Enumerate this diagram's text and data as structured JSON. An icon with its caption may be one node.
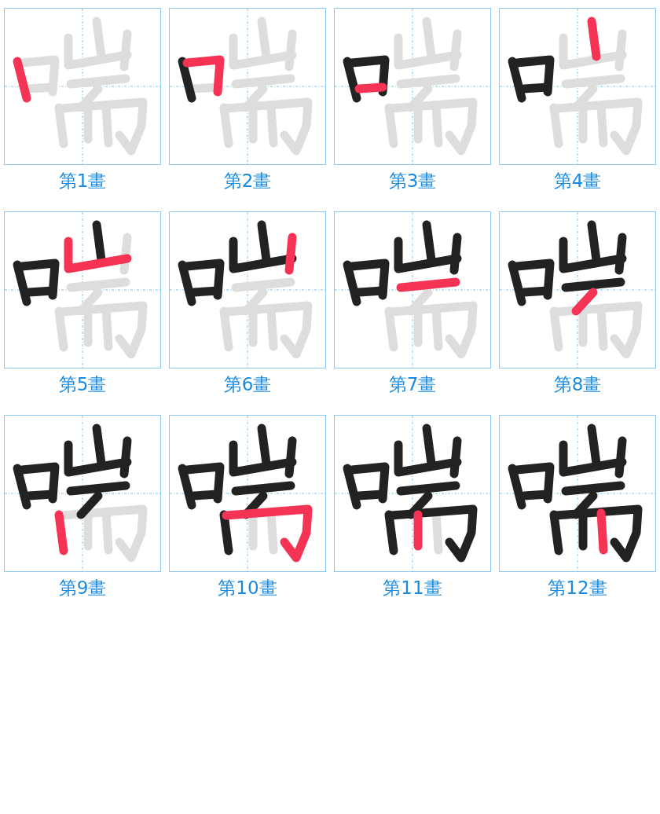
{
  "diagram": {
    "nodes": [
      {
        "text": [],
        "shape": "picture",
        "beside": [
          "第1畫"
        ]
      },
      {
        "text": [],
        "shape": "picture",
        "beside": [
          "第2畫"
        ]
      },
      {
        "text": [],
        "shape": "picture",
        "beside": [
          "第3畫"
        ]
      },
      {
        "text": [],
        "shape": "picture",
        "beside": [
          "第4畫"
        ]
      },
      {
        "text": [],
        "shape": "picture",
        "beside": [
          "第5畫"
        ]
      },
      {
        "text": [],
        "shape": "picture",
        "beside": [
          "第6畫"
        ]
      },
      {
        "text": [],
        "shape": "picture",
        "beside": [
          "第7畫"
        ]
      },
      {
        "text": [],
        "shape": "picture",
        "beside": [
          "第8畫"
        ]
      },
      {
        "text": [],
        "shape": "picture",
        "beside": [
          "第9畫"
        ]
      },
      {
        "text": [],
        "shape": "picture",
        "beside": [
          "第10畫"
        ]
      },
      {
        "text": [],
        "shape": "picture",
        "beside": [
          "第11畫"
        ]
      },
      {
        "text": [],
        "shape": "picture",
        "beside": [
          "第12畫"
        ]
      }
    ]
  }
}
